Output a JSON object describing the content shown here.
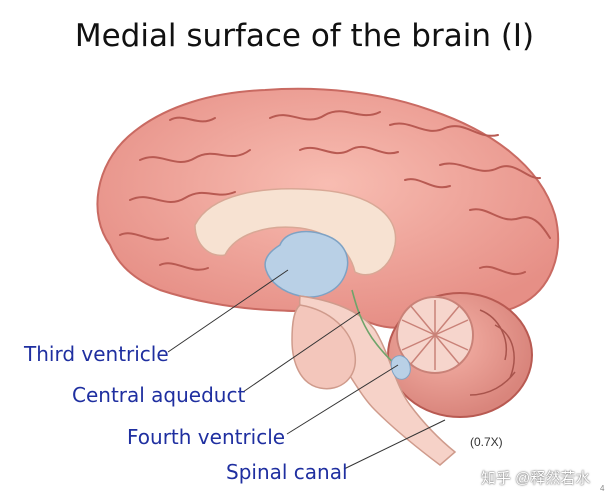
{
  "title": "Medial surface of the brain (I)",
  "labels": {
    "third_ventricle": "Third ventricle",
    "central_aqueduct": "Central aqueduct",
    "fourth_ventricle": "Fourth ventricle",
    "spinal_canal": "Spinal canal"
  },
  "scale": "(0.7X)",
  "watermark": "知乎 @释然若水",
  "page_number": "4",
  "colors": {
    "cortex": "#f2a49a",
    "cortex_dark": "#c96a62",
    "ventricle": "#b9d0e6",
    "label_text": "#1f2fa0",
    "brainstem": "#f6d2c8"
  }
}
